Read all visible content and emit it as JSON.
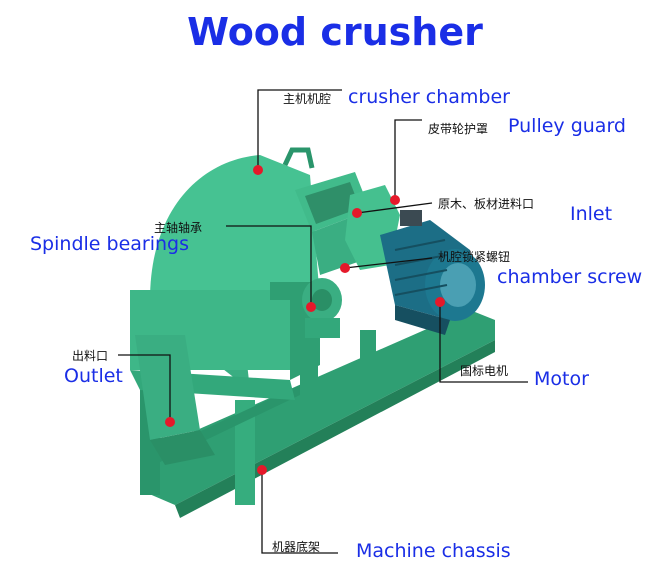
{
  "title": "Wood crusher",
  "colors": {
    "label": "#1a2ee6",
    "dot": "#e5192a",
    "leader": "#111111",
    "machine": "#3fb98a",
    "motor": "#1c6e86"
  },
  "labels": {
    "crusher_chamber": {
      "cn": "主机机腔",
      "en": "crusher chamber"
    },
    "pulley_guard": {
      "cn": "皮带轮护罩",
      "en": "Pulley guard"
    },
    "inlet": {
      "cn": "原木、板材进料口",
      "en": "Inlet"
    },
    "spindle_bearings": {
      "cn": "主轴轴承",
      "en": "Spindle bearings"
    },
    "chamber_screw": {
      "cn": "机腔锁紧螺钮",
      "en": "chamber screw"
    },
    "outlet": {
      "cn": "出料口",
      "en": "Outlet"
    },
    "motor": {
      "cn": "国标电机",
      "en": "Motor"
    },
    "machine_chassis": {
      "cn": "机器底架",
      "en": "Machine chassis"
    }
  }
}
